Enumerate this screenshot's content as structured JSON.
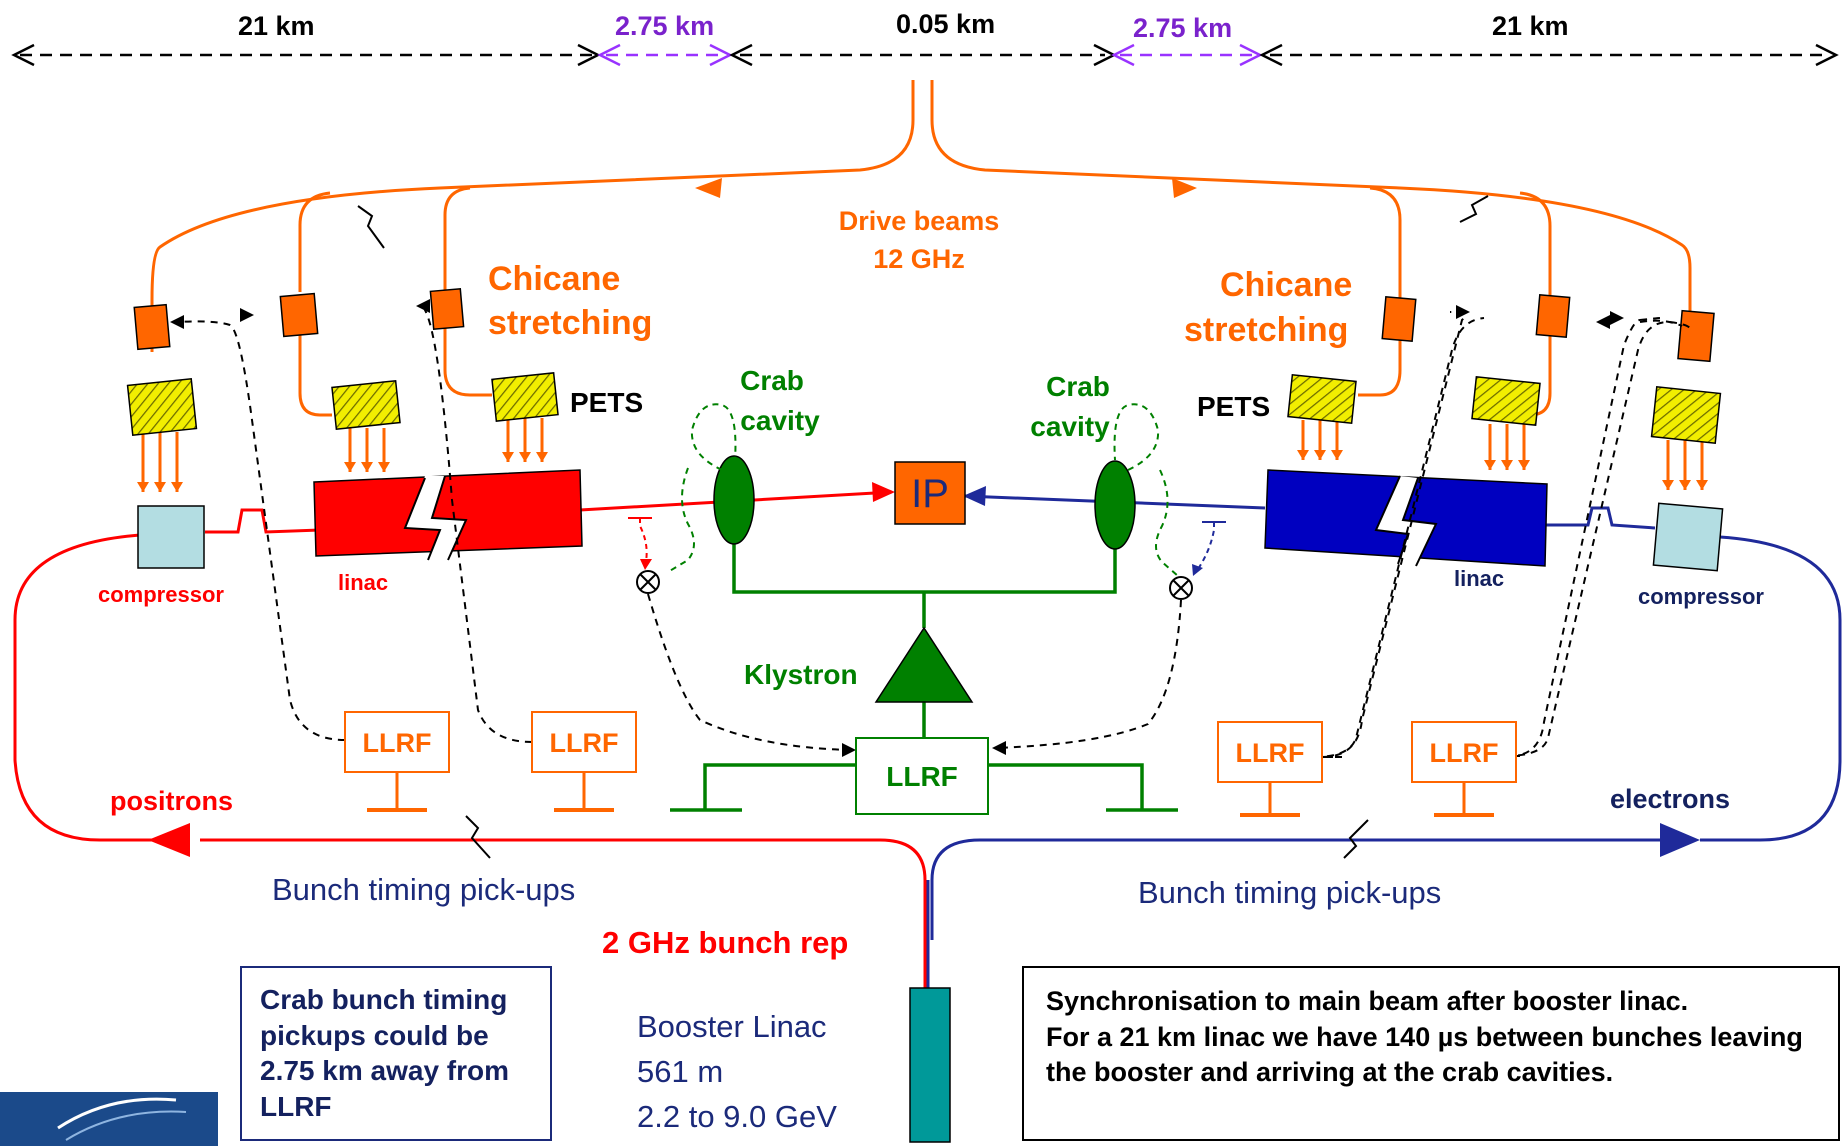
{
  "distances": {
    "left_outer": "21 km",
    "left_inner": "2.75 km",
    "center": "0.05 km",
    "right_inner": "2.75 km",
    "right_outer": "21 km"
  },
  "labels": {
    "drive_beams_1": "Drive beams",
    "drive_beams_2": "12 GHz",
    "chicane_left_1": "Chicane",
    "chicane_left_2": "stretching",
    "chicane_right_1": "Chicane",
    "chicane_right_2": "stretching",
    "pets_left": "PETS",
    "pets_right": "PETS",
    "crab_left_1": "Crab",
    "crab_left_2": "cavity",
    "crab_right_1": "Crab",
    "crab_right_2": "cavity",
    "ip": "IP",
    "klystron": "Klystron",
    "linac_left": "linac",
    "linac_right": "linac",
    "compressor_left": "compressor",
    "compressor_right": "compressor",
    "positrons": "positrons",
    "electrons": "electrons",
    "pickups_left": "Bunch timing pick-ups",
    "pickups_right": "Bunch timing pick-ups",
    "bunch_rep": "2 GHz bunch rep",
    "llrf": "LLRF"
  },
  "booster": {
    "line1": "Booster Linac",
    "line2": "561 m",
    "line3": "2.2 to 9.0 GeV"
  },
  "notes": {
    "crab_pickups": "Crab bunch timing pickups could be 2.75 km away from LLRF",
    "sync_1": "Synchronisation to main beam after booster linac.",
    "sync_2": "For a 21 km linac we have 140 µs between bunches leaving the booster and arriving at the crab cavities."
  },
  "colors": {
    "orange": "#ff6600",
    "red": "#ff0000",
    "blue": "#1f2a9a",
    "green": "#008000",
    "purple": "#9933ff",
    "navy": "#14215f",
    "teal": "#009999",
    "compressor_fill": "#b3dde2",
    "pets_fill": "#e6e600"
  }
}
